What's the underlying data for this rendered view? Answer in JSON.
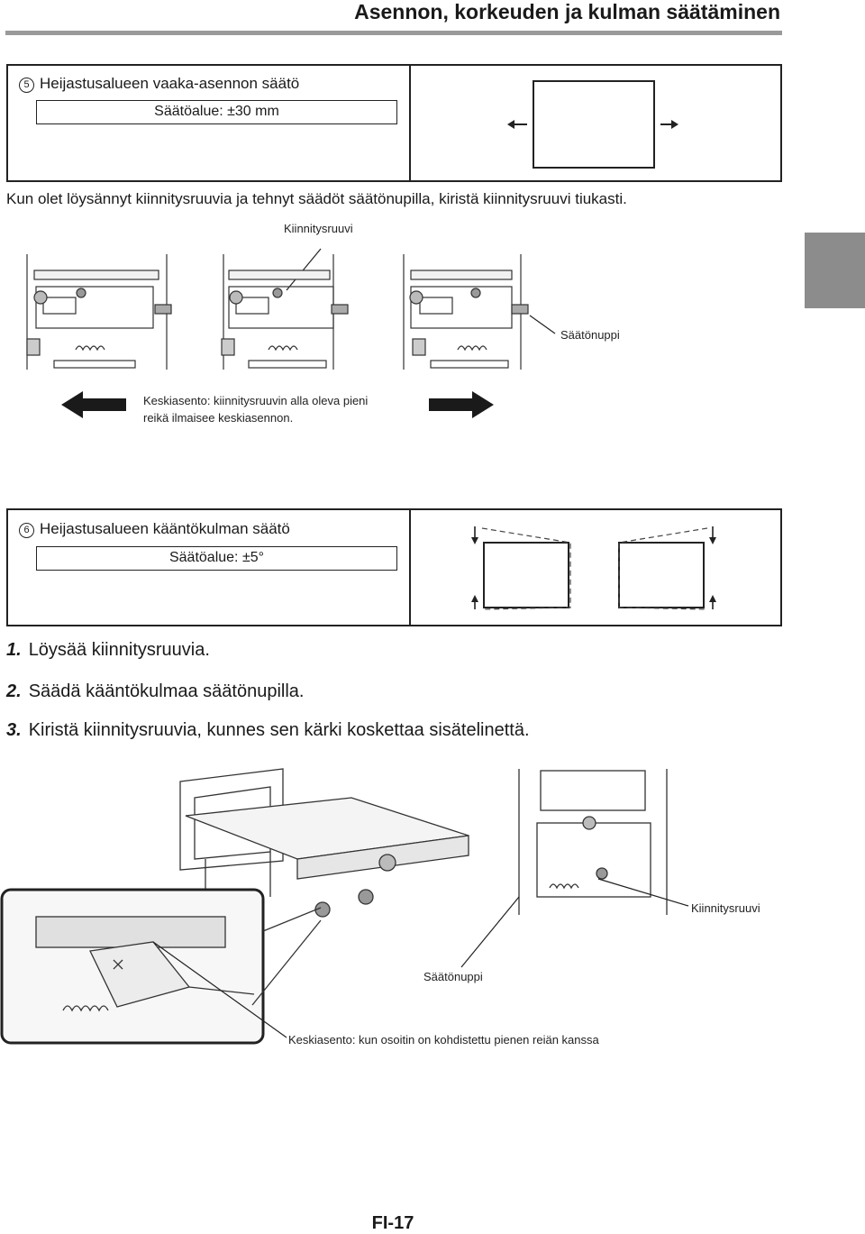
{
  "header": {
    "title": "Asennon, korkeuden ja kulman säätäminen"
  },
  "section5": {
    "number": "5",
    "heading": "Heijastusalueen vaaka-asennon säätö",
    "range": "Säätöalue: ±30 mm"
  },
  "instruction_text": "Kun olet löysännyt kiinnitysruuvia ja tehnyt säädöt säätönupilla, kiristä kiinnitysruuvi tiukasti.",
  "figure1": {
    "label_screw": "Kiinnitysruuvi",
    "label_knob": "Säätönuppi",
    "center_note_line1": "Keskiasento: kiinnitysruuvin alla oleva pieni",
    "center_note_line2": "reikä ilmaisee keskiasennon."
  },
  "section6": {
    "number": "6",
    "heading": "Heijastusalueen kääntökulman säätö",
    "range": "Säätöalue: ±5°"
  },
  "steps": [
    {
      "num": "1.",
      "text": "Löysää kiinnitysruuvia."
    },
    {
      "num": "2.",
      "text": "Säädä kääntökulmaa säätönupilla."
    },
    {
      "num": "3.",
      "text": "Kiristä kiinnitysruuvia, kunnes sen kärki koskettaa sisätelinettä."
    }
  ],
  "figure2": {
    "label_screw": "Kiinnitysruuvi",
    "label_knob": "Säätönuppi",
    "center_note": "Keskiasento: kun osoitin on kohdistettu pienen reiän kanssa"
  },
  "footer": {
    "page_number": "FI-17"
  },
  "colors": {
    "ink": "#1a1a1a",
    "rule": "#9a9a9a",
    "side_tab": "#8c8c8c"
  }
}
